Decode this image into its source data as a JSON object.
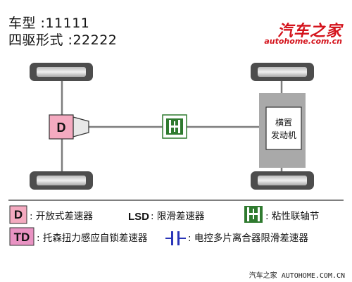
{
  "header": {
    "line1": "车型 :11111",
    "line2": "四驱形式 :22222"
  },
  "brand": {
    "name": "汽车之家",
    "url": "autohome.com.cn",
    "color": "#d4121b"
  },
  "diagram": {
    "front_differential_code": "D",
    "engine_label_1": "横置",
    "engine_label_2": "发动机"
  },
  "legend": {
    "open_diff_code": "D",
    "open_diff_label": ": 开放式差速器",
    "lsd_code": "LSD",
    "lsd_label": ": 限滑差速器",
    "viscous_label": ": 粘性联轴节",
    "torsen_code": "TD",
    "torsen_label": ": 托森扭力感应自锁差速器",
    "clutch_label": ": 电控多片离合器限滑差速器"
  },
  "footer": {
    "text": "汽车之家 AUTOHOME.COM.CN"
  },
  "colors": {
    "diff_pink": "#f4aac0",
    "torsen_pink": "#e993c3",
    "viscous_green": "#2f7a2f",
    "clutch_blue": "#2a35b8",
    "line_gray": "#7d7d7d"
  }
}
